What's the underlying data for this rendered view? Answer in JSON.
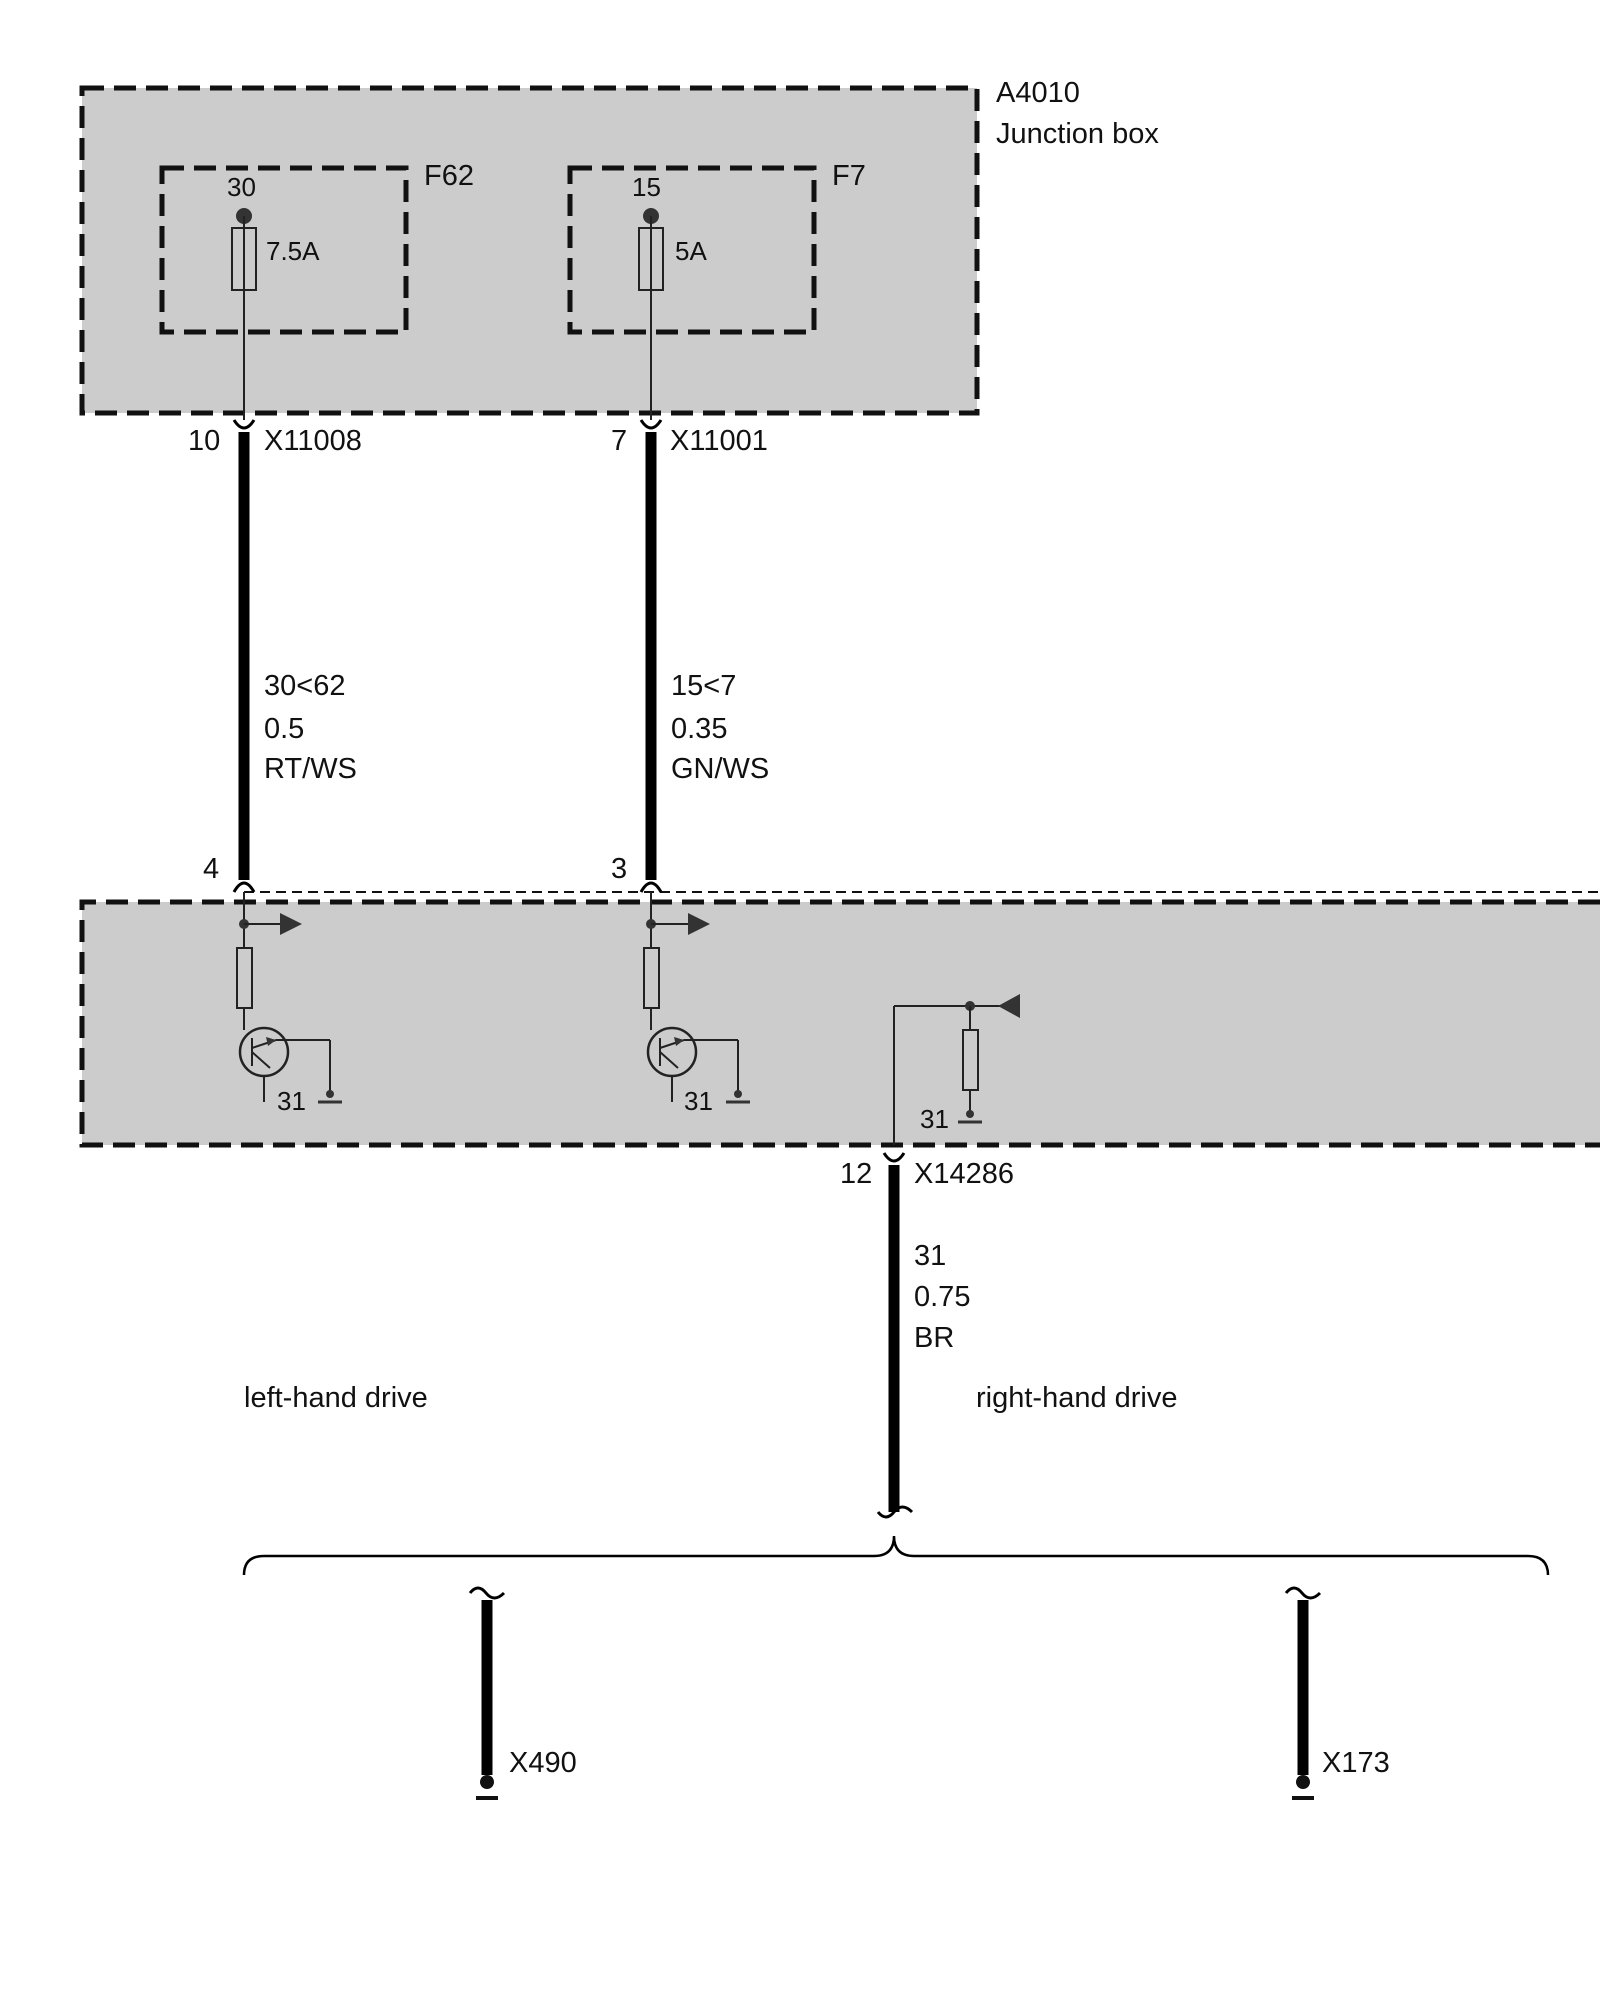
{
  "junction_box": {
    "id": "A4010",
    "name": "Junction box",
    "fuses": [
      {
        "id": "F62",
        "terminal": "30",
        "rating": "7.5A"
      },
      {
        "id": "F7",
        "terminal": "15",
        "rating": "5A"
      }
    ]
  },
  "connectors_top": [
    {
      "pin": "10",
      "connector": "X11008"
    },
    {
      "pin": "7",
      "connector": "X11001"
    }
  ],
  "wires": [
    {
      "circuit": "30<62",
      "cross_section": "0.5",
      "color": "RT/WS"
    },
    {
      "circuit": "15<7",
      "cross_section": "0.35",
      "color": "GN/WS"
    },
    {
      "circuit": "31",
      "cross_section": "0.75",
      "color": "BR"
    }
  ],
  "module_pins": [
    "4",
    "3"
  ],
  "module_grounds": [
    "31",
    "31",
    "31"
  ],
  "connector_bottom": {
    "pin": "12",
    "connector": "X14286"
  },
  "variants": {
    "left": "left-hand drive",
    "right": "right-hand drive"
  },
  "ground_points": [
    "X490",
    "X173"
  ]
}
